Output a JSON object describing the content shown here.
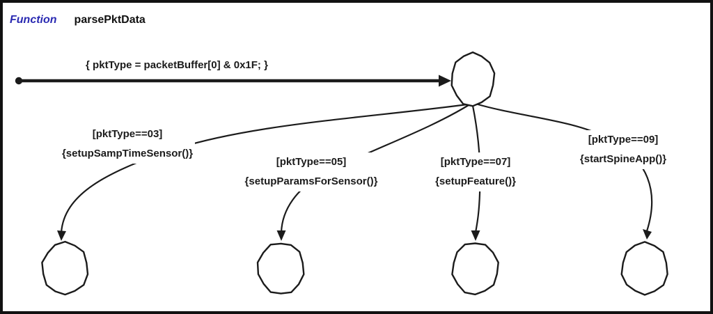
{
  "header": {
    "type_label": "Function",
    "name": "parsePktData"
  },
  "colors": {
    "accent_blue": "#2a2ab2",
    "line_color": "#1b1b1b",
    "background": "#ffffff",
    "border": "#111111"
  },
  "default_transition": {
    "label": "{ pktType = packetBuffer[0] & 0x1F; }"
  },
  "branches": [
    {
      "condition": "[pktType==03]",
      "action": "{setupSampTimeSensor()}"
    },
    {
      "condition": "[pktType==05]",
      "action": "{setupParamsForSensor()}"
    },
    {
      "condition": "[pktType==07]",
      "action": "{setupFeature()}"
    },
    {
      "condition": "[pktType==09]",
      "action": "{startSpineApp()}"
    }
  ]
}
